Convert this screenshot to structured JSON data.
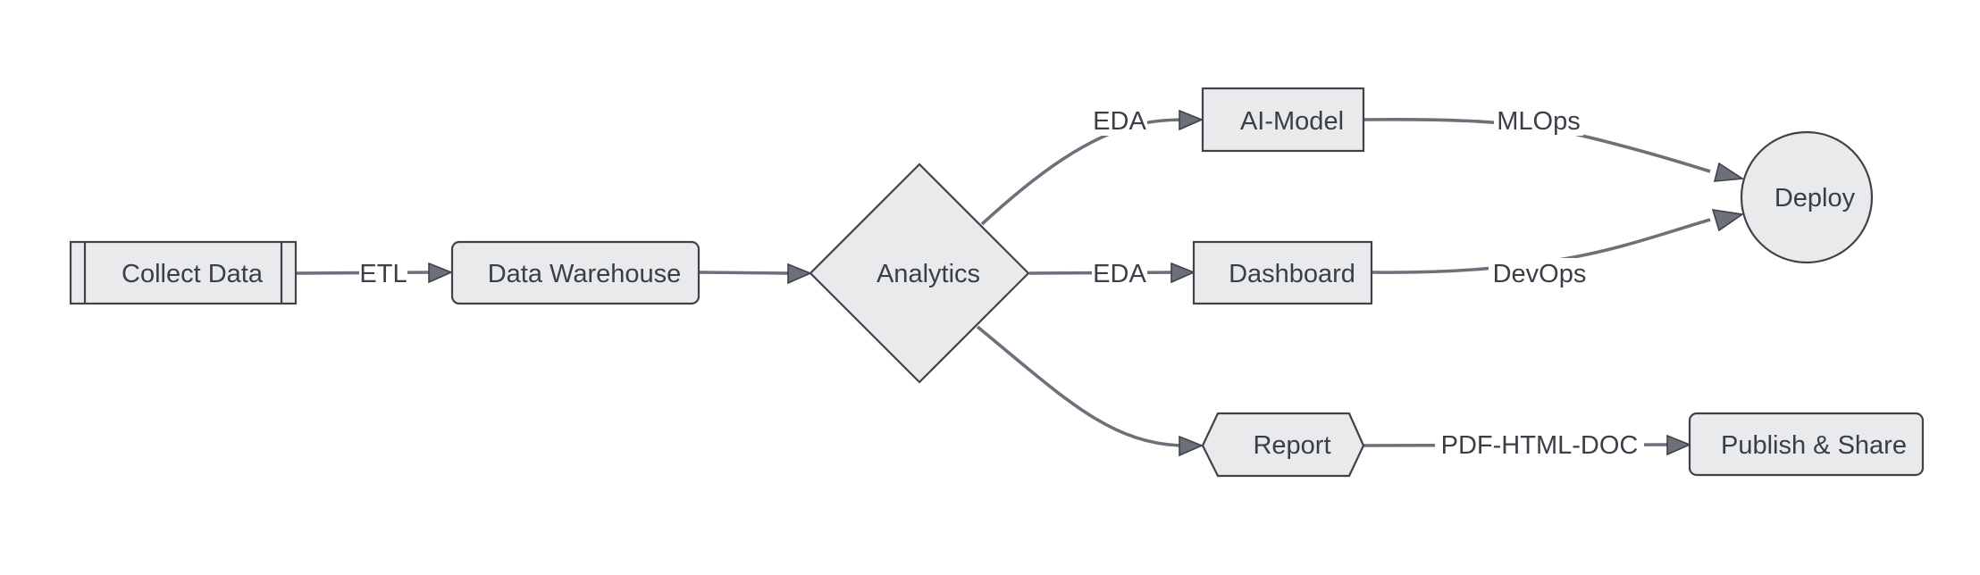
{
  "nodes": {
    "collect_data": "Collect Data",
    "data_warehouse": "Data Warehouse",
    "analytics": "Analytics",
    "ai_model": "AI-Model",
    "dashboard": "Dashboard",
    "report": "Report",
    "deploy": "Deploy",
    "publish_share": "Publish & Share"
  },
  "edges": {
    "etl": "ETL",
    "eda_top": "EDA",
    "eda_mid": "EDA",
    "mlops": "MLOps",
    "devops": "DevOps",
    "pdf_html_doc": "PDF-HTML-DOC"
  }
}
